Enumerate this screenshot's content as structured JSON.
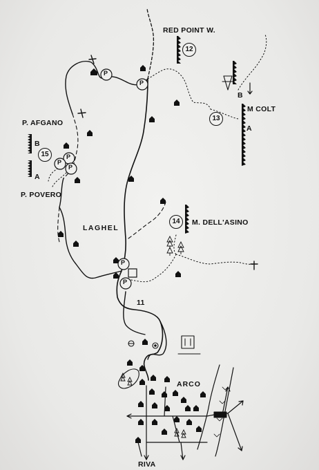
{
  "places": {
    "red_point_w": "RED POINT W.",
    "m_colt": "M COLT",
    "p_afgano": "P. AFGANO",
    "p_povero": "P. POVERO",
    "laghel": "LAGHEL",
    "m_dell_asino": "M. DELL'ASINO",
    "arco": "ARCO",
    "riva": "RIVA"
  },
  "crag_numbers": {
    "red_point_w": "12",
    "m_colt": "13",
    "afgano_povero": "15",
    "m_dell_asino": "14"
  },
  "sector_letters": {
    "colt_a": "A",
    "colt_b": "B",
    "afgano_b": "B",
    "afgano_a": "A"
  },
  "parking_label": "P",
  "road_number": "11",
  "colors": {
    "ink": "#111111",
    "paper": "#ebebea"
  }
}
